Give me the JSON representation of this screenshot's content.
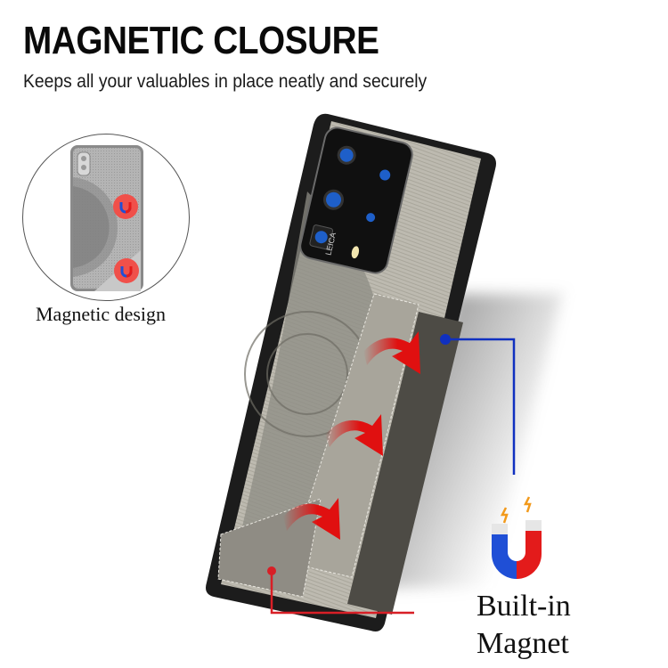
{
  "header": {
    "title": "MAGNETIC CLOSURE",
    "subtitle": "Keeps all your valuables in place neatly and securely"
  },
  "inset": {
    "caption": "Magnetic design",
    "magnet_badges": 2,
    "badge_color": "#f0504a"
  },
  "product": {
    "camera_brand_text": "LEICA",
    "case_color": "#b9b6ab",
    "bumper_color": "#1c1c1c",
    "lens_color": "#1e5fc9",
    "arrow_color": "#e01010",
    "arrow_count": 3
  },
  "callouts": {
    "magnet_label_line1": "Built-in",
    "magnet_label_line2": "Magnet",
    "magnet_pointer_color": "#1030c0",
    "flap_pointer_color": "#d81f26",
    "magnet_icon": "horseshoe-magnet-icon",
    "magnet_colors": {
      "north": "#e31b1b",
      "south": "#1f4fd6",
      "tips": "#e6e6e6",
      "sparks": "#f29a1c"
    }
  }
}
